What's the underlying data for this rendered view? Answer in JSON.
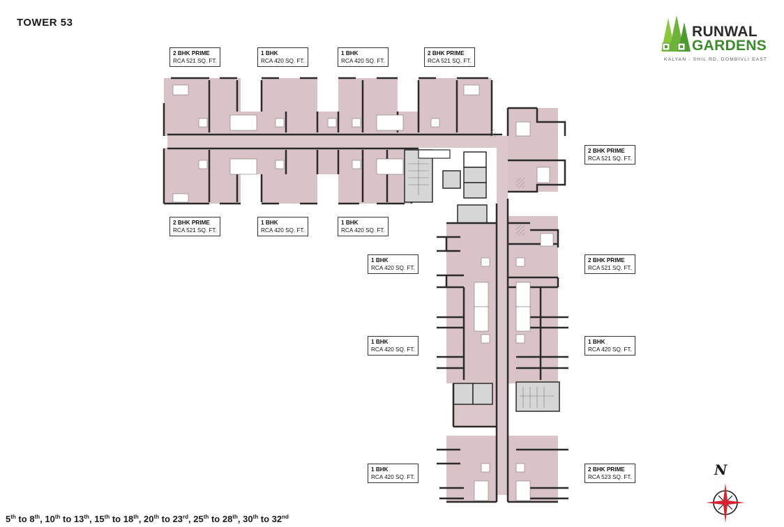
{
  "header": {
    "title": "TOWER 53"
  },
  "logo": {
    "line1": "RUNWAL",
    "line2": "GARDENS",
    "tagline": "KALYAN - SHIL RD, DOMBIVLI EAST",
    "icon": "trees-house-icon",
    "colors": {
      "dark": "#2b2b2b",
      "green": "#3d8a2f",
      "light_green": "#8cc63f"
    }
  },
  "plan": {
    "colors": {
      "unit_fill": "#d9c3c6",
      "corridor_fill": "#dcc8ca",
      "core_fill": "#d6d6d6",
      "wall": "#2a2a2a"
    },
    "unit_labels": [
      {
        "type": "2 BHK PRIME",
        "area": "RCA 521 SQ. FT.",
        "position": "top-1"
      },
      {
        "type": "1 BHK",
        "area": "RCA 420 SQ. FT.",
        "position": "top-2"
      },
      {
        "type": "1 BHK",
        "area": "RCA 420 SQ. FT.",
        "position": "top-3"
      },
      {
        "type": "2 BHK PRIME",
        "area": "RCA 521 SQ. FT.",
        "position": "top-4"
      },
      {
        "type": "2 BHK PRIME",
        "area": "RCA 521 SQ. FT.",
        "position": "bottom-1"
      },
      {
        "type": "1 BHK",
        "area": "RCA 420 SQ. FT.",
        "position": "bottom-2"
      },
      {
        "type": "1 BHK",
        "area": "RCA 420 SQ. FT.",
        "position": "bottom-3"
      },
      {
        "type": "2 BHK PRIME",
        "area": "RCA 521 SQ. FT.",
        "position": "right-1"
      },
      {
        "type": "1 BHK",
        "area": "RCA 420 SQ. FT.",
        "position": "left-1"
      },
      {
        "type": "2 BHK PRIME",
        "area": "RCA 521 SQ. FT.",
        "position": "right-2"
      },
      {
        "type": "1 BHK",
        "area": "RCA 420 SQ. FT.",
        "position": "left-2"
      },
      {
        "type": "1 BHK",
        "area": "RCA 420 SQ. FT.",
        "position": "right-3"
      },
      {
        "type": "1 BHK",
        "area": "RCA 420 SQ. FT.",
        "position": "left-3"
      },
      {
        "type": "2 BHK PRIME",
        "area": "RCA 523 SQ. FT.",
        "position": "right-4"
      }
    ]
  },
  "footer": {
    "floors": [
      {
        "from": "5",
        "from_sup": "th",
        "to": "8",
        "to_sup": "th"
      },
      {
        "from": "10",
        "from_sup": "th",
        "to": "13",
        "to_sup": "th"
      },
      {
        "from": "15",
        "from_sup": "th",
        "to": "18",
        "to_sup": "th"
      },
      {
        "from": "20",
        "from_sup": "th",
        "to": "23",
        "to_sup": "rd"
      },
      {
        "from": "25",
        "from_sup": "th",
        "to": "28",
        "to_sup": "th"
      },
      {
        "from": "30",
        "from_sup": "th",
        "to": "32",
        "to_sup": "nd"
      }
    ],
    "connector": "to"
  },
  "compass": {
    "label": "N",
    "icon": "compass-rose-icon",
    "color": "#d7232f"
  }
}
